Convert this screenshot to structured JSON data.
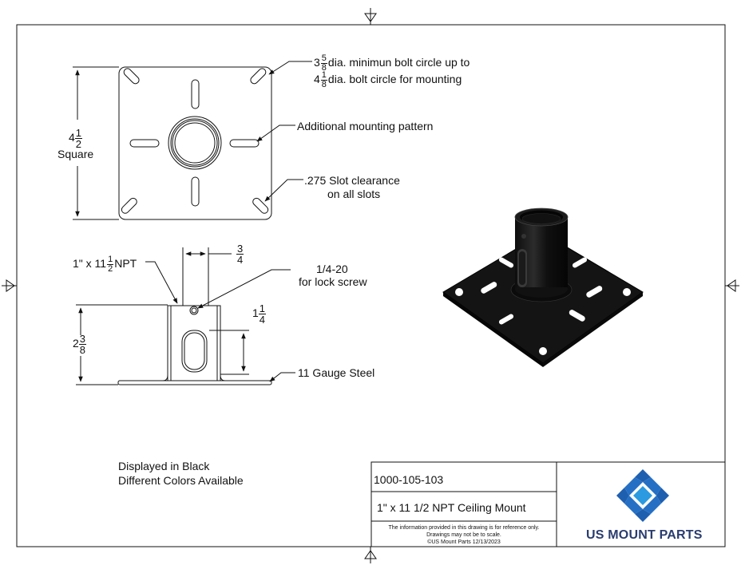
{
  "title_block": {
    "part_number": "1000-105-103",
    "part_title": "1\" x 11 1/2 NPT Ceiling Mount",
    "disclaimer_line1": "The information provided in this drawing is for reference only.",
    "disclaimer_line2": "Drawings may not be to scale.",
    "disclaimer_line3": "©US Mount Parts 12/13/2023",
    "logo_text_us": "US ",
    "logo_text_mount": "MOUNT PARTS"
  },
  "colors": {
    "logo_blue_dark": "#1f5fb0",
    "logo_blue_light": "#2b9ae0",
    "logo_text_dark": "#2a3d6e",
    "logo_text_accent": "#1f7fd6",
    "part_black": "#141414"
  },
  "annotations": {
    "bolt_circle_a_whole": "3",
    "bolt_circle_a_num": "5",
    "bolt_circle_a_den": "8",
    "bolt_circle_a_text": "dia. minimun bolt circle up to",
    "bolt_circle_b_whole": "4",
    "bolt_circle_b_num": "1",
    "bolt_circle_b_den": "8",
    "bolt_circle_b_text": "dia. bolt circle for mounting",
    "mounting_pattern": "Additional mounting pattern",
    "slot_clearance_1": ".275 Slot clearance",
    "slot_clearance_2": "on all slots",
    "plate_size_whole": "4",
    "plate_size_num": "1",
    "plate_size_den": "2",
    "plate_size_word": "Square",
    "npt_prefix": "1\" x 11",
    "npt_num": "1",
    "npt_den": "2",
    "npt_suffix": "NPT",
    "pipe_width_num": "3",
    "pipe_width_den": "4",
    "lock_screw_1": "1/4-20",
    "lock_screw_2": "for lock screw",
    "slot_height_whole": "1",
    "slot_height_num": "1",
    "slot_height_den": "4",
    "total_height_whole": "2",
    "total_height_num": "3",
    "total_height_den": "8",
    "gauge": "11 Gauge Steel",
    "color_note_1": "Displayed in Black",
    "color_note_2": "Different Colors Available"
  }
}
